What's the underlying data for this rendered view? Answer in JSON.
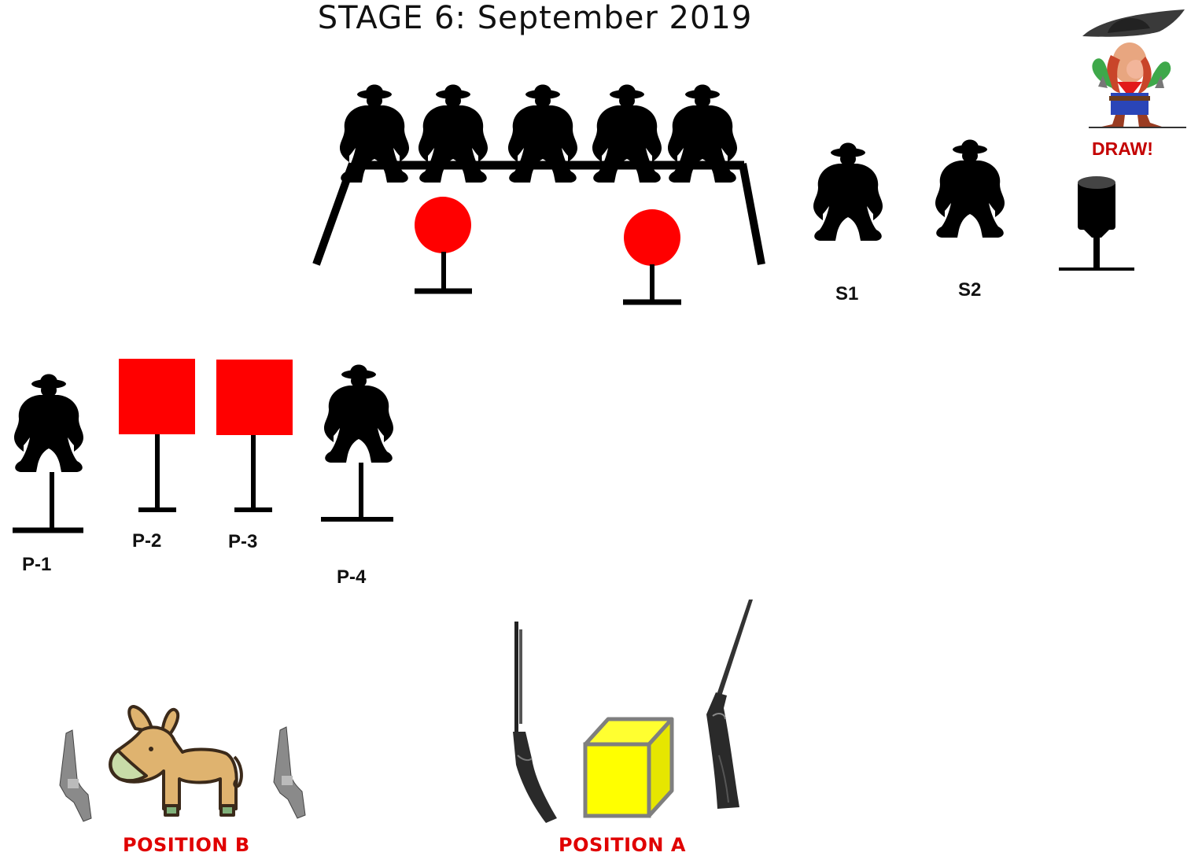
{
  "title": "STAGE 6:  September 2019",
  "draw_label": "DRAW!",
  "labels": {
    "s1": "S1",
    "s2": "S2",
    "p1": "P-1",
    "p2": "P-2",
    "p3": "P-3",
    "p4": "P-4"
  },
  "positions": {
    "a": "POSITION A",
    "b": "POSITION B"
  },
  "colors": {
    "target_red": "#ff0000",
    "silhouette": "#000000",
    "box_yellow": "#ffff00",
    "box_frame": "#7f7f7f",
    "label_red": "#e00000",
    "mule_tan": "#dfb36f",
    "mule_green": "#c8dca8"
  },
  "icons": {
    "bandit": "cowboy-silhouette-icon",
    "plate": "round-plate-icon",
    "square": "square-target-icon",
    "shotgun_knockdown": "shotgun-knockdown-icon",
    "mule": "mule-icon",
    "revolver": "revolver-icon",
    "rifle": "rifle-icon",
    "shotgun": "shotgun-icon",
    "box": "yellow-box-icon",
    "cartoon": "cartoon-cowboy-icon"
  }
}
